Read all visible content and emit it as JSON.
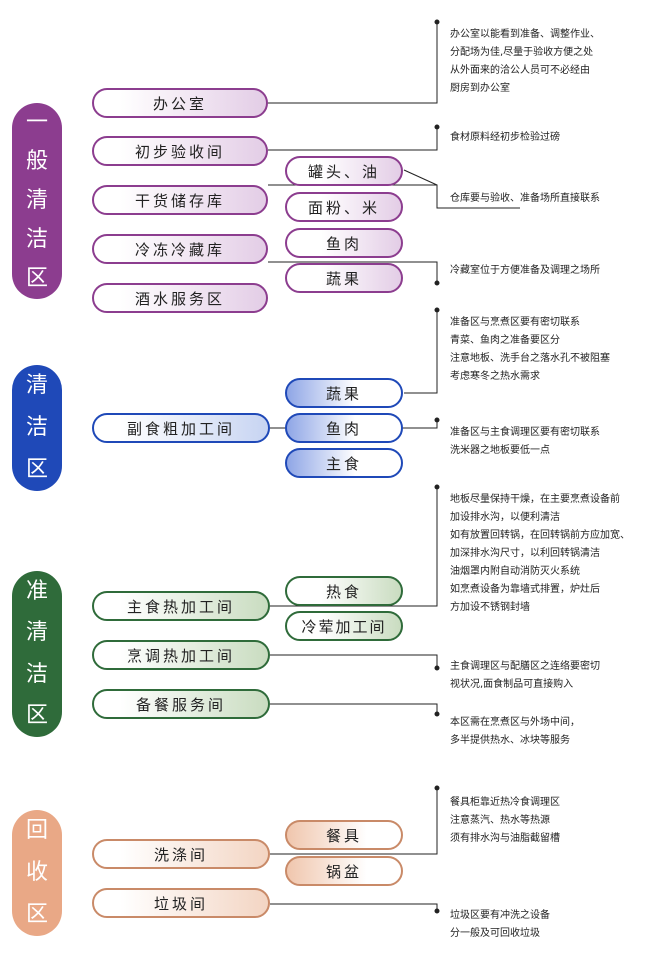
{
  "colors": {
    "zone1": "#8c3d8f",
    "zone2": "#1f49b8",
    "zone3": "#2f6b3a",
    "zone4": "#e9a886"
  },
  "zones": [
    {
      "chars": [
        "一",
        "般",
        "清",
        "洁",
        "区"
      ]
    },
    {
      "chars": [
        "清",
        "洁",
        "区"
      ]
    },
    {
      "chars": [
        "准",
        "清",
        "洁",
        "区"
      ]
    },
    {
      "chars": [
        "回",
        "收",
        "区"
      ]
    }
  ],
  "rooms": {
    "office": "办公室",
    "receiving": "初步验收间",
    "dry_storage": "干货储存库",
    "cold_storage": "冷冻冷藏库",
    "bar": "酒水服务区",
    "rough": "副食粗加工间",
    "staple_hot": "主食热加工间",
    "cooking": "烹调热加工间",
    "prep_service": "备餐服务间",
    "washing": "洗涤间",
    "garbage": "垃圾间"
  },
  "subs": {
    "cans_oil": "罐头、油",
    "flour_rice": "面粉、米",
    "fish_meat_1": "鱼肉",
    "veg_1": "蔬果",
    "veg_2": "蔬果",
    "fish_meat_2": "鱼肉",
    "staple": "主食",
    "hot_food": "热食",
    "cold_dish": "冷荤加工间",
    "tableware": "餐具",
    "pots": "锅盆"
  },
  "notes": {
    "office": [
      "办公室以能看到准备、调整作业、",
      "分配场为佳,尽量于验收方便之处",
      "从外面来的洽公人员可不必经由",
      "厨房到办公室"
    ],
    "receiving": [
      "食材原料经初步检验过磅"
    ],
    "storage": [
      "仓库要与验收、准备场所直接联系"
    ],
    "cold": [
      "冷藏室位于方便准备及调理之场所"
    ],
    "prep1": [
      "准备区与烹煮区要有密切联系",
      "青菜、鱼肉之准备要区分",
      "注意地板、洗手台之落水孔不被阻塞",
      "考虑寒冬之热水需求"
    ],
    "prep2": [
      "准备区与主食调理区要有密切联系",
      "洗米器之地板要低一点"
    ],
    "hot": [
      "地板尽量保持干燥，在主要烹煮设备前",
      "加设排水沟，以便利清洁",
      "如有放置回转锅，在回转锅前方应加宽、",
      "加深排水沟尺寸，以利回转锅清洁",
      "油烟罩内附自动消防灭火系统",
      "如烹煮设备为靠墙式排置，炉灶后",
      "方加设不锈钢封墙"
    ],
    "cooking": [
      "主食调理区与配膳区之连络要密切",
      "视状况,面食制品可直接购入"
    ],
    "service": [
      "本区需在烹煮区与外场中间，",
      "多半提供热水、冰块等服务"
    ],
    "washing": [
      "餐具柜靠近热冷食调理区",
      "注意蒸汽、热水等热源",
      "须有排水沟与油脂截留槽"
    ],
    "garbage": [
      "垃圾区要有冲洗之设备",
      "分一般及可回收垃圾"
    ]
  }
}
